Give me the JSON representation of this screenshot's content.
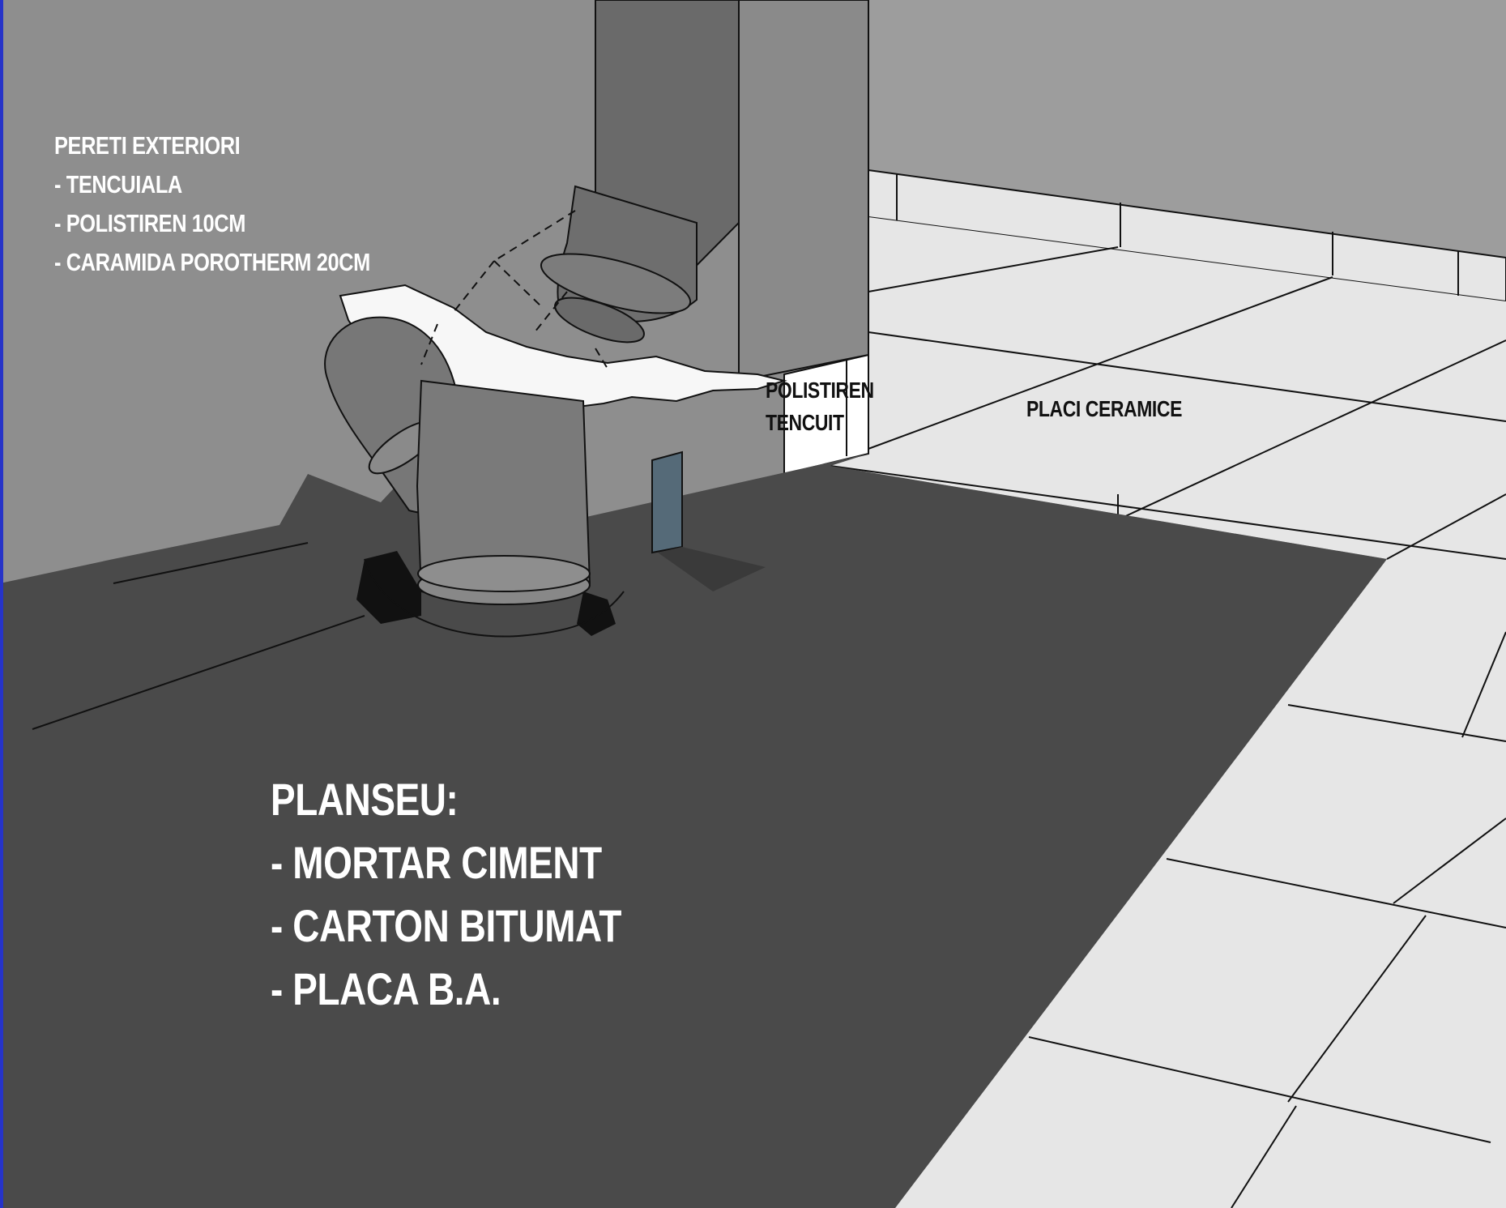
{
  "labels": {
    "wall": {
      "title": "PERETI EXTERIORI",
      "items": [
        "- TENCUIALA",
        "- POLISTIREN 10CM",
        "- CARAMIDA POROTHERM 20CM"
      ]
    },
    "slab": {
      "title": "PLANSEU:",
      "items": [
        "- MORTAR CIMENT",
        "- CARTON BITUMAT",
        "- PLACA B.A."
      ]
    },
    "polistiren": [
      "POLISTIREN",
      "TENCUIT"
    ],
    "tiles": "PLACI CERAMICE"
  },
  "colors": {
    "wall": "#8e8e8e",
    "floor": "#4a4a4a",
    "tiles": "#e6e6e6",
    "pipe": "#777777",
    "pipe_dark": "#5e5e5e",
    "rim": "#f7f7f7",
    "panel": "#556a78",
    "frame": "#2633c8"
  }
}
